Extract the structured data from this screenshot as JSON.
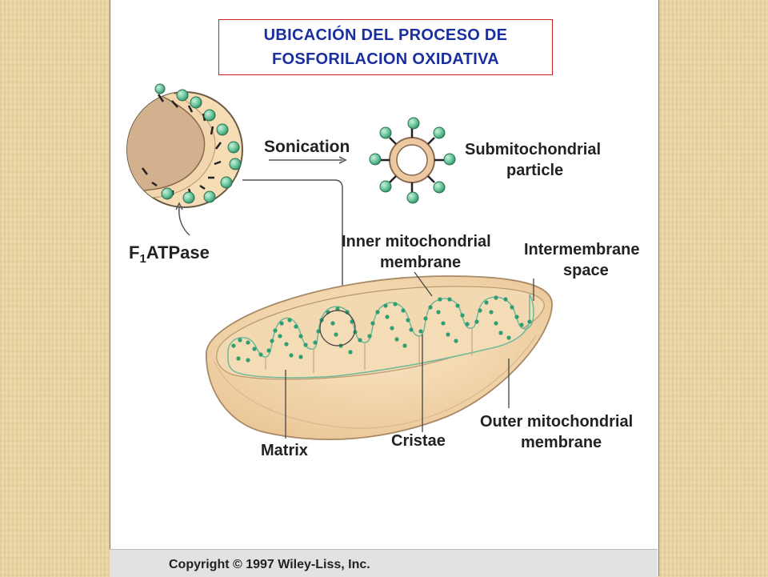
{
  "title": {
    "line1": "UBICACIÓN DEL PROCESO DE",
    "line2": "FOSFORILACION OXIDATIVA"
  },
  "labels": {
    "sonication": "Sonication",
    "submito_line1": "Submitochondrial",
    "submito_line2": "particle",
    "f1_prefix": "F",
    "f1_sub": "1",
    "f1_rest": "ATPase",
    "inner_line1": "Inner mitochondrial",
    "inner_line2": "membrane",
    "intermembrane_line1": "Intermembrane",
    "intermembrane_line2": "space",
    "outer_line1": "Outer mitochondrial",
    "outer_line2": "membrane",
    "matrix": "Matrix",
    "cristae": "Cristae"
  },
  "copyright": "Copyright © 1997 Wiley-Liss, Inc.",
  "colors": {
    "title_text": "#1a2f9e",
    "title_border": "#cc2222",
    "membrane": "#efcf9f",
    "membrane_dark": "#c9a77c",
    "matrix_brown": "#d3b08e",
    "f1_particle": "#6fc9a0",
    "label_text": "#222222",
    "background": "#e8d6a4"
  }
}
